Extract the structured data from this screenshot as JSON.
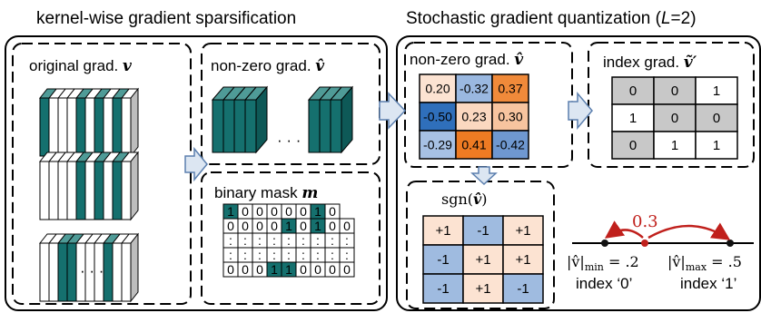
{
  "section_titles": {
    "left": "kernel-wise gradient sparsification",
    "right_prefix": "Stochastic gradient quantization (",
    "right_var": "L",
    "right_suffix": "=2)"
  },
  "panels": {
    "original": {
      "label": "original grad. ",
      "symbol": "v",
      "ellipsis": "· · ·"
    },
    "nonzero": {
      "label": "non-zero grad. ",
      "symbol": "v̂",
      "ellipsis": "· · ·"
    },
    "mask": {
      "label": "binary mask ",
      "symbol": "m"
    },
    "nonzero_matrix": {
      "label": "non-zero grad. ",
      "symbol": "v̂"
    },
    "index": {
      "label": "index grad. ",
      "symbol": "ṽ′"
    },
    "sign": {
      "label_prefix": "sgn(",
      "symbol": "v̂",
      "label_suffix": ")"
    }
  },
  "grad_matrix": [
    [
      {
        "v": "0.20",
        "c": "#fce3d2"
      },
      {
        "v": "-0.32",
        "c": "#9ab8e0"
      },
      {
        "v": "0.37",
        "c": "#f08a3a"
      }
    ],
    [
      {
        "v": "-0.50",
        "c": "#2f6fbb"
      },
      {
        "v": "0.23",
        "c": "#fbd8c0"
      },
      {
        "v": "0.30",
        "c": "#f7c49f"
      }
    ],
    [
      {
        "v": "-0.29",
        "c": "#a7c1e4"
      },
      {
        "v": "0.41",
        "c": "#ee7b23"
      },
      {
        "v": "-0.42",
        "c": "#6f98d0"
      }
    ]
  ],
  "index_matrix": [
    [
      {
        "v": "0",
        "c": "#c8c8c8"
      },
      {
        "v": "0",
        "c": "#c8c8c8"
      },
      {
        "v": "1",
        "c": "#ffffff"
      }
    ],
    [
      {
        "v": "1",
        "c": "#ffffff"
      },
      {
        "v": "0",
        "c": "#c8c8c8"
      },
      {
        "v": "0",
        "c": "#c8c8c8"
      }
    ],
    [
      {
        "v": "0",
        "c": "#c8c8c8"
      },
      {
        "v": "1",
        "c": "#ffffff"
      },
      {
        "v": "1",
        "c": "#ffffff"
      }
    ]
  ],
  "sign_matrix": [
    [
      {
        "v": "+1",
        "c": "#fce3d2"
      },
      {
        "v": "-1",
        "c": "#9fbbe0"
      },
      {
        "v": "+1",
        "c": "#fce3d2"
      }
    ],
    [
      {
        "v": "-1",
        "c": "#9fbbe0"
      },
      {
        "v": "+1",
        "c": "#fce3d2"
      },
      {
        "v": "+1",
        "c": "#fce3d2"
      }
    ],
    [
      {
        "v": "-1",
        "c": "#9fbbe0"
      },
      {
        "v": "+1",
        "c": "#fce3d2"
      },
      {
        "v": "-1",
        "c": "#9fbbe0"
      }
    ]
  ],
  "binary_mask": {
    "rows": [
      [
        "1",
        "0",
        "0",
        "0",
        "0",
        "0",
        "1",
        "0"
      ],
      [
        "0",
        "0",
        "0",
        "0",
        "1",
        "0",
        "1",
        "0",
        "0"
      ],
      [
        ":",
        ":",
        ":",
        ":",
        ":",
        ":",
        ":",
        ":",
        ":"
      ],
      [
        ":",
        ":",
        ":",
        ":",
        ":",
        ":",
        ":",
        ":",
        ":"
      ],
      [
        "0",
        "0",
        "0",
        "1",
        "1",
        "0",
        "0",
        "0",
        "0"
      ]
    ],
    "on_color": "#15706e"
  },
  "number_line": {
    "value": "0.3",
    "left_label": "|v̂|",
    "left_sub": "min",
    "left_val": " = .2",
    "right_label": "|v̂|",
    "right_sub": "max",
    "right_val": " = .5",
    "left_index": "index ‘0’",
    "right_index": "index ‘1’",
    "arrow_color": "#c0201c"
  },
  "colors": {
    "teal": "#15706e",
    "arrow_fill": "#dce6f2",
    "arrow_stroke": "#5b7fae"
  }
}
